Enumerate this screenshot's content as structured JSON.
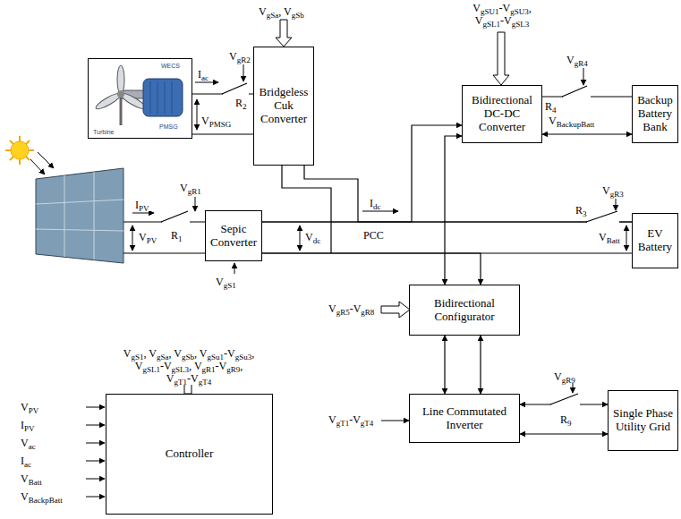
{
  "diagram": {
    "nodes": [
      {
        "text": [
          "WECS",
          "PMSG",
          "Turbine"
        ]
      },
      {
        "text": [
          "Bridgeless Cuk Converter"
        ]
      },
      {
        "text": [
          "Bidirectional DC-DC Converter"
        ]
      },
      {
        "text": [
          "Backup Battery Bank"
        ]
      },
      {
        "text": [
          "Sepic Converter"
        ]
      },
      {
        "text": [
          "EV Battery"
        ]
      },
      {
        "text": [
          "Bidirectional Configurator"
        ]
      },
      {
        "text": [
          "Controller"
        ]
      },
      {
        "text": [
          "Line Commutated Inverter"
        ]
      },
      {
        "text": [
          "Single Phase Utility Grid"
        ]
      }
    ],
    "edges": [
      {
        "from": 0,
        "to": 1,
        "arrow": "none"
      },
      {
        "from": 4,
        "to": 5,
        "label": "PCC",
        "arrow": "none"
      },
      {
        "from": 1,
        "to": 5,
        "arrow": "none"
      },
      {
        "from": 4,
        "to": 2,
        "arrow": "to"
      },
      {
        "from": 2,
        "to": 6,
        "arrow": "both"
      },
      {
        "from": 2,
        "to": 3,
        "arrow": "both"
      },
      {
        "from": 4,
        "to": 6,
        "arrow": "to"
      },
      {
        "from": 6,
        "to": 8,
        "arrow": "both"
      },
      {
        "from": 6,
        "to": 8,
        "arrow": "both"
      },
      {
        "from": 8,
        "to": 9,
        "arrow": "both"
      },
      {
        "from": 8,
        "to": 9,
        "arrow": "both"
      }
    ],
    "labels": [
      "Iac",
      "VgR2",
      "VgSa, VgSb",
      "VPMSG",
      "R2",
      "VgSU1-VgSU3, VgSL1-VgSL3",
      "VgR4",
      "R4",
      "VBackupBatt",
      "IPV",
      "VgR1",
      "R1",
      "VPV",
      "Vdc",
      "Idc",
      "VgR3",
      "R3",
      "VBatt",
      "VgS1",
      "VgS1, VgSa, VgSb, VgSu1-VgSu3, VgSL1-VgSL3, VgR1-VgR9, VgT1-VgT4",
      "VgR5-VgR8",
      "VgT1-VgT4",
      "VgR9",
      "R9",
      "VPV",
      "IPV",
      "Vac",
      "Iac",
      "VBatt",
      "VBackpBatt"
    ]
  }
}
